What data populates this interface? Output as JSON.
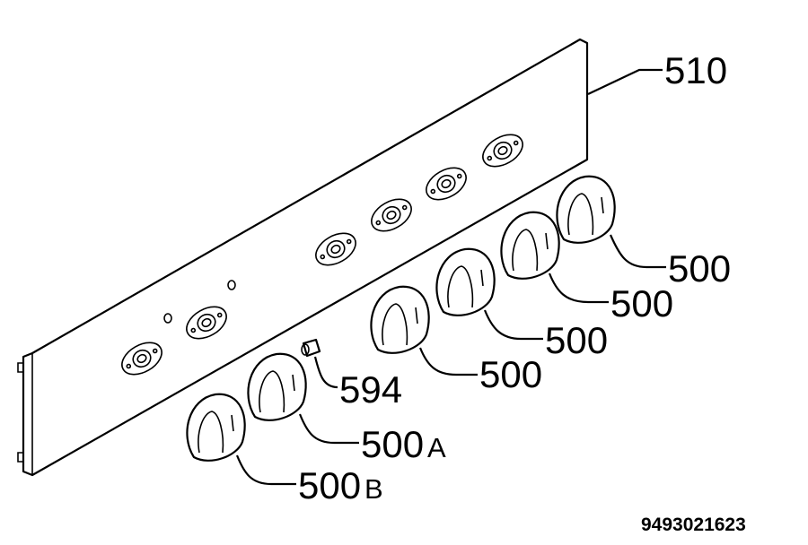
{
  "callouts": {
    "panel": "510",
    "knob_1": "500",
    "knob_2": "500",
    "knob_3": "500",
    "knob_4": "500",
    "knob_a_main": "500",
    "knob_a_suffix": "A",
    "knob_b_main": "500",
    "knob_b_suffix": "B",
    "indicator_lamp": "594"
  },
  "document_number": "9493021623"
}
